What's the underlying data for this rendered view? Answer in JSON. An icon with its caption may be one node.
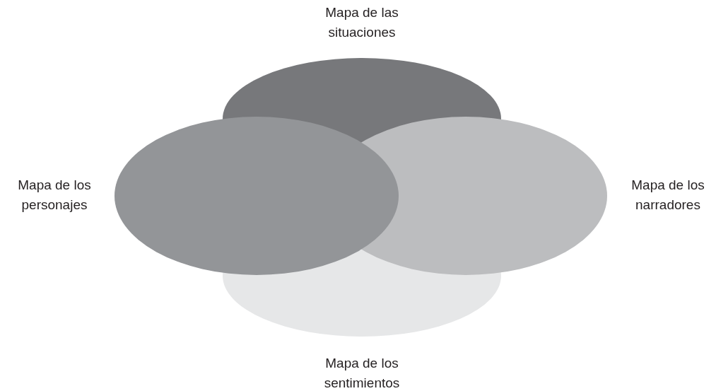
{
  "diagram": {
    "nodes": [
      {
        "text": [
          "Mapa de las situaciones"
        ]
      },
      {
        "text": [
          "Mapa de los personajes"
        ]
      },
      {
        "text": [
          "Mapa de los narradores"
        ]
      },
      {
        "text": [
          "Mapa de los sentimientos"
        ]
      }
    ]
  }
}
